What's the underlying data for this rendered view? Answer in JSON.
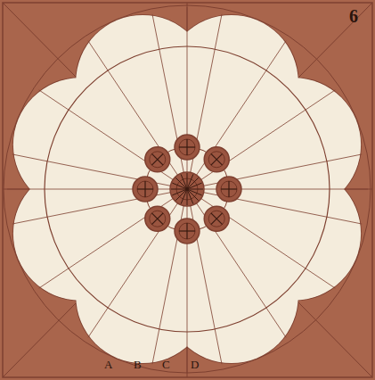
{
  "diagram": {
    "labels": [
      "6",
      "A",
      "B",
      "C",
      "D"
    ]
  }
}
